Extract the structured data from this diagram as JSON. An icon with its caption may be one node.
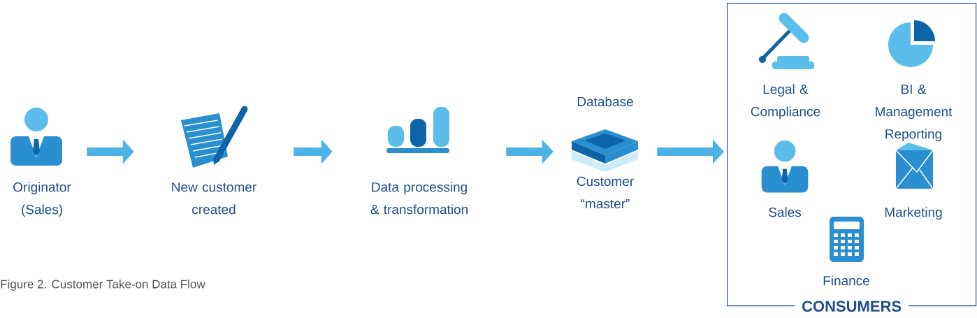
{
  "diagram": {
    "caption": "Figure 2. Customer Take-on Data Flow",
    "nodes": [
      {
        "text": [
          "Originator (Sales)"
        ]
      },
      {
        "text": [
          "New customer created"
        ]
      },
      {
        "text": [
          "Data processing & transformation"
        ]
      },
      {
        "text": [
          "Database",
          "Customer “master”"
        ]
      },
      {
        "text": [
          "CONSUMERS"
        ]
      },
      {
        "text": [
          "Legal & Compliance"
        ],
        "in": 4
      },
      {
        "text": [
          "BI & Management Reporting"
        ],
        "in": 4
      },
      {
        "text": [
          "Sales"
        ],
        "in": 4
      },
      {
        "text": [
          "Marketing"
        ],
        "in": 4
      },
      {
        "text": [
          "Finance"
        ],
        "in": 4
      }
    ],
    "edges": [
      {
        "from": 0,
        "to": 1,
        "arrow": "to"
      },
      {
        "from": 1,
        "to": 2,
        "arrow": "to"
      },
      {
        "from": 2,
        "to": 3,
        "arrow": "to"
      },
      {
        "from": 3,
        "to": 4,
        "arrow": "to"
      }
    ]
  }
}
